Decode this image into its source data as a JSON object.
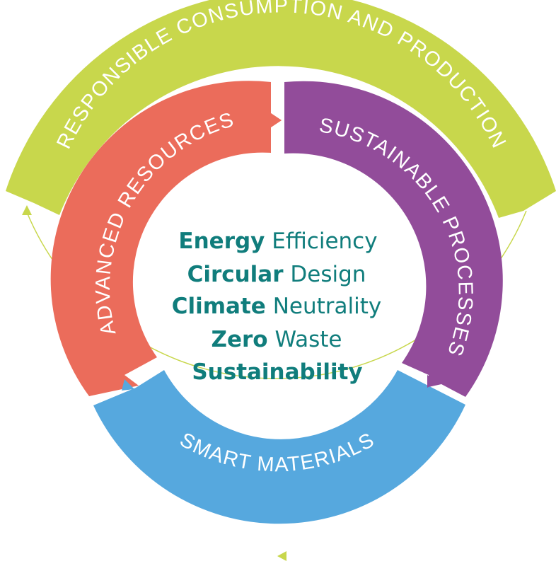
{
  "outer_ring": {
    "label": "RESPONSIBLE CONSUMPTION AND PRODUCTION",
    "color": "#c8d74c"
  },
  "segments": [
    {
      "id": "advanced",
      "label": "ADVANCED RESOURCES",
      "color": "#eb6c5b"
    },
    {
      "id": "sustainable",
      "label": "SUSTAINABLE PROCESSES",
      "color": "#924c9a"
    },
    {
      "id": "smart",
      "label": "SMART MATERIALS",
      "color": "#56a8de"
    }
  ],
  "center": {
    "lines": [
      {
        "bold": "Energy",
        "rest": "Efficiency"
      },
      {
        "bold": "Circular",
        "rest": "Design"
      },
      {
        "bold": "Climate",
        "rest": "Neutrality"
      },
      {
        "bold": "Zero",
        "rest": "Waste"
      },
      {
        "bold": "Sustainability",
        "rest": ""
      }
    ],
    "text_color": "#107d7c"
  },
  "cycle_line_color": "#c8d74c"
}
